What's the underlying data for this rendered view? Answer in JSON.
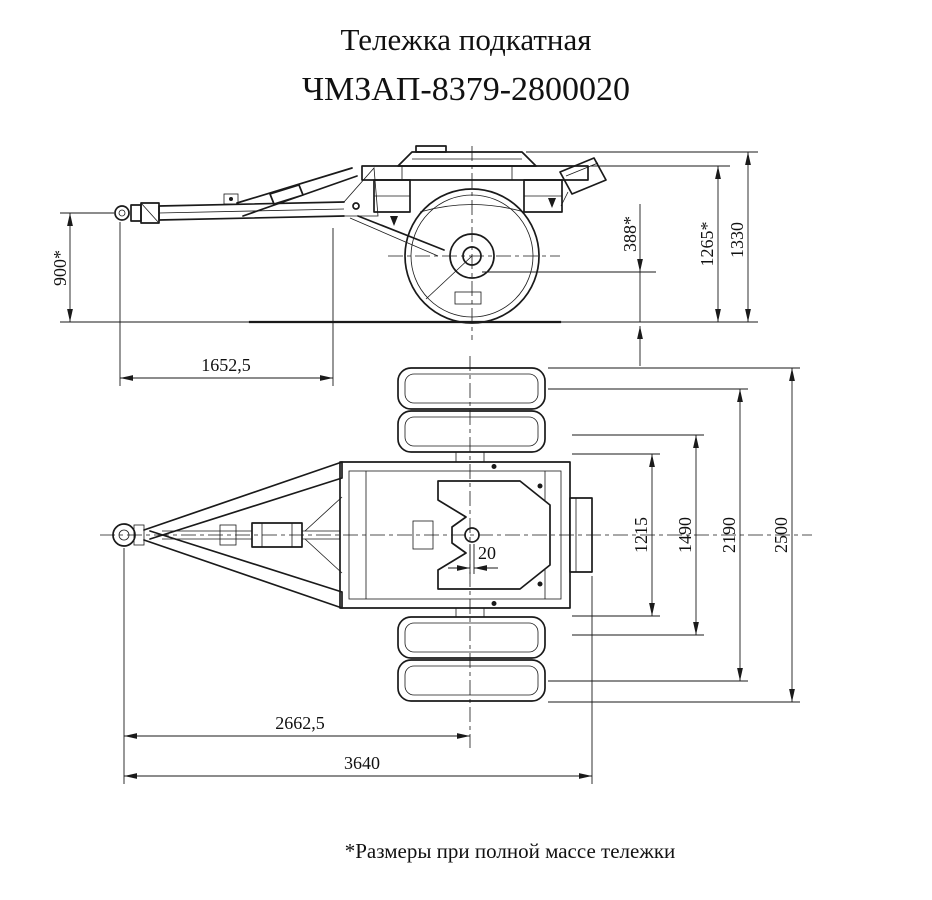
{
  "colors": {
    "ink": "#1a1a1a",
    "paper": "#ffffff"
  },
  "title": {
    "line1": "Тележка подкатная",
    "line2": "ЧМЗАП-8379-2800020"
  },
  "footnote": "*Размеры при полной массе тележки",
  "dimensions": {
    "side_view": {
      "d900": "900*",
      "d1652_5": "1652,5",
      "d388": "388*",
      "d1265": "1265*",
      "d1330": "1330"
    },
    "top_view": {
      "d20": "20",
      "d1215": "1215",
      "d1490": "1490",
      "d2190": "2190",
      "d2500": "2500",
      "d2662_5": "2662,5",
      "d3640": "3640"
    }
  }
}
